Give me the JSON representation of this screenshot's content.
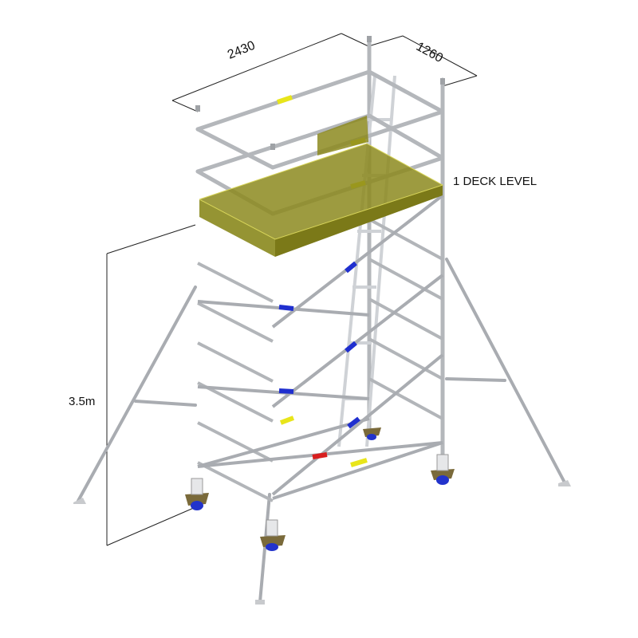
{
  "diagram": {
    "subject": "Mobile aluminium scaffold tower with ladder access, stabiliser outriggers and castor wheels",
    "dimensions": {
      "width": "2430",
      "depth": "1260",
      "platform_height": "3.5m"
    },
    "deck_label": "1 DECK LEVEL",
    "components": [
      {
        "name": "upright-frames",
        "color": "#b9bcc0"
      },
      {
        "name": "platform-deck",
        "color": "#8c8a1e"
      },
      {
        "name": "guardrails",
        "color": "#b9bcc0"
      },
      {
        "name": "diagonal-braces-blue-clip",
        "color": "#1f2fcf"
      },
      {
        "name": "horizontal-braces-yellow-clip",
        "color": "#e8e51a"
      },
      {
        "name": "red-brace-clip",
        "color": "#d81f1f"
      },
      {
        "name": "ladder",
        "color": "#d6d8dc"
      },
      {
        "name": "stabiliser-outriggers",
        "color": "#b9bcc0"
      },
      {
        "name": "castor-wheels",
        "color": "#2233cc"
      },
      {
        "name": "castor-plates",
        "color": "#7a6a3a"
      }
    ]
  }
}
